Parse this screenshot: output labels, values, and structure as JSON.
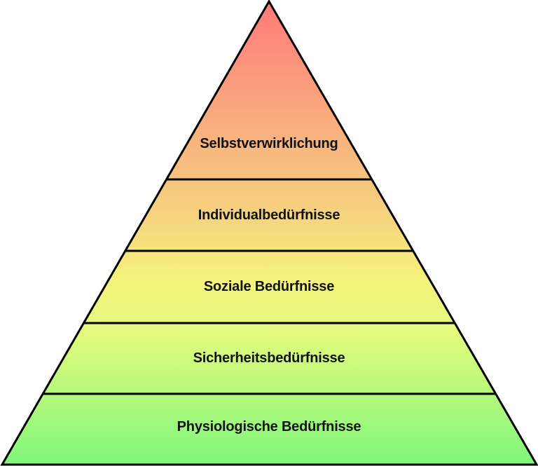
{
  "diagram": {
    "type": "pyramid",
    "levels": [
      {
        "label": "Selbstverwirklichung"
      },
      {
        "label": "Individualbedürfnisse"
      },
      {
        "label": "Soziale Bedürfnisse"
      },
      {
        "label": "Sicherheitsbedürfnisse"
      },
      {
        "label": "Physiologische Bedürfnisse"
      }
    ],
    "colors": {
      "top": "#ff7f7f",
      "upper": "#f9c27f",
      "middle": "#f4f77c",
      "lower": "#c8f97c",
      "bottom": "#7ff77f",
      "outline": "#000000"
    }
  }
}
